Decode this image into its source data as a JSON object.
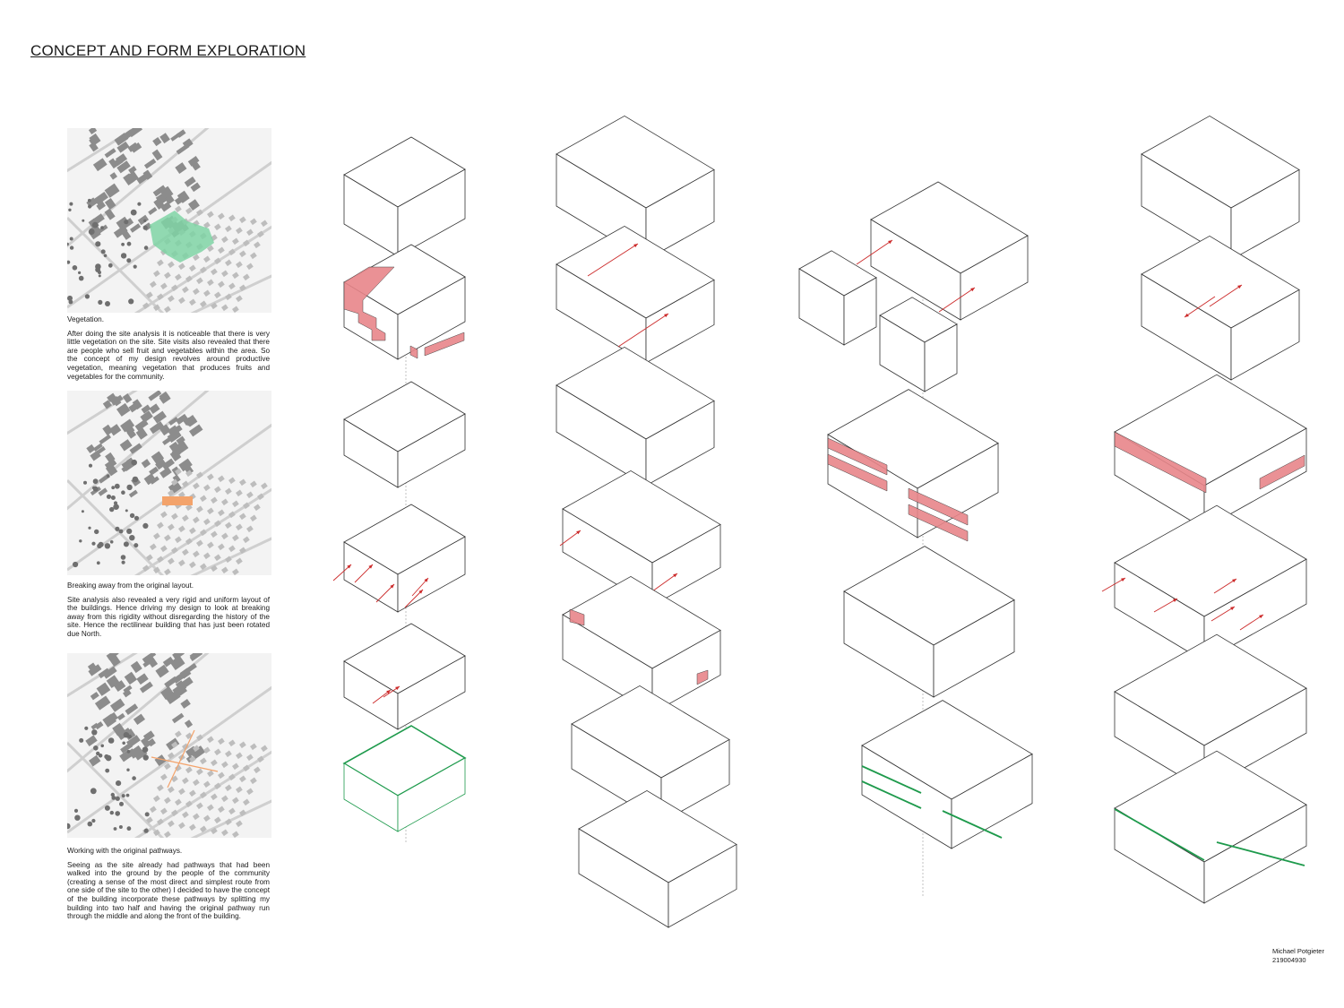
{
  "title": "CONCEPT AND FORM EXPLORATION",
  "sections": [
    {
      "heading": "Vegetation.",
      "body": "After doing the site analysis it is noticeable that there is very little vegetation on the site. Site visits also revealed that there are people who sell fruit and vegetables within the area. So the concept of my design revolves around productive vegetation, meaning vegetation that produces fruits and vegetables for the community.",
      "highlight": "green-plot"
    },
    {
      "heading": "Breaking away from the original layout.",
      "body": "Site analysis also revealed a very rigid and uniform layout of the buildings. Hence driving my design to look at breaking away from this rigidity without disregarding the history of the site. Hence the rectilinear building that has just been rotated due North.",
      "highlight": "orange-bar"
    },
    {
      "heading": "Working with the original pathways.",
      "body": "Seeing as the site already had pathways that had been walked into the ground by the people of the community (creating a sense of the most direct and simplest route from one side of the site to the other) I decided to have the concept of the building incorporate these pathways by splitting my building into two half and having the original pathway run through the middle and along the front of the building.",
      "highlight": "orange-cross"
    }
  ],
  "colors": {
    "vegetation": "#7fd3a4",
    "red_accent": "#e8868a",
    "red_line": "#cc2a2a",
    "orange": "#f3a36b",
    "green_edge": "#1e9a4c",
    "line": "#333333"
  },
  "author": {
    "name": "Michael Potgieter",
    "id": "219004930"
  }
}
